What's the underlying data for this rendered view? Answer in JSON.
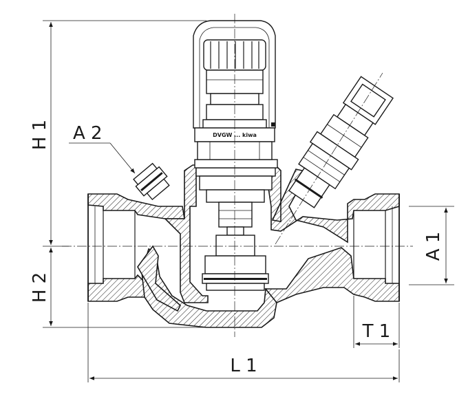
{
  "labels": {
    "h1": "H 1",
    "h2": "H 2",
    "a1": "A 1",
    "a2": "A 2",
    "t1": "T 1",
    "l1": "L 1",
    "marking": "DVGW ... kiwa"
  },
  "colors": {
    "line": "#1a1a1a",
    "background": "#ffffff"
  }
}
